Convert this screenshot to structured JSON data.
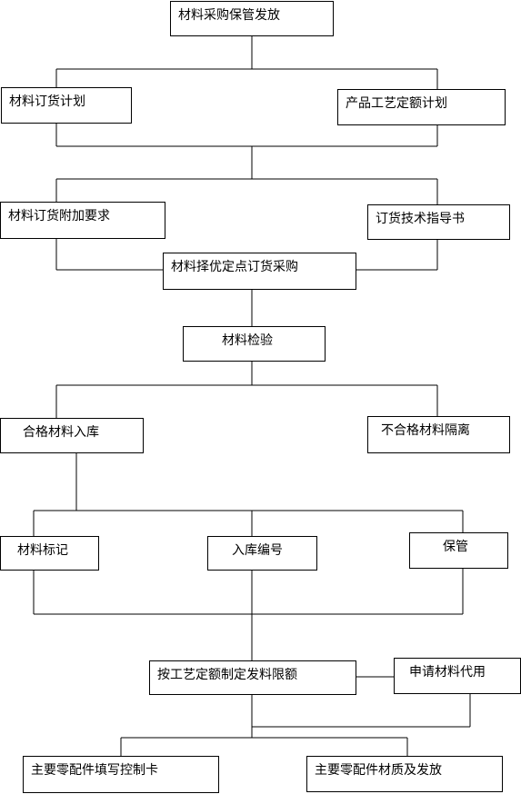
{
  "nodes": {
    "n1": "材料采购保管发放",
    "n2": "材料订货计划",
    "n3": "产品工艺定额计划",
    "n4": "材料订货附加要求",
    "n5": "订货技术指导书",
    "n6": "材料择优定点订货采购",
    "n7": "材料检验",
    "n8": "合格材料入库",
    "n9": "不合格材料隔离",
    "n10": "材料标记",
    "n11": "入库编号",
    "n12": "保管",
    "n13": "按工艺定额制定发料限额",
    "n14": "申请材料代用",
    "n15": "主要零配件填写控制卡",
    "n16": "主要零配件材质及发放"
  }
}
